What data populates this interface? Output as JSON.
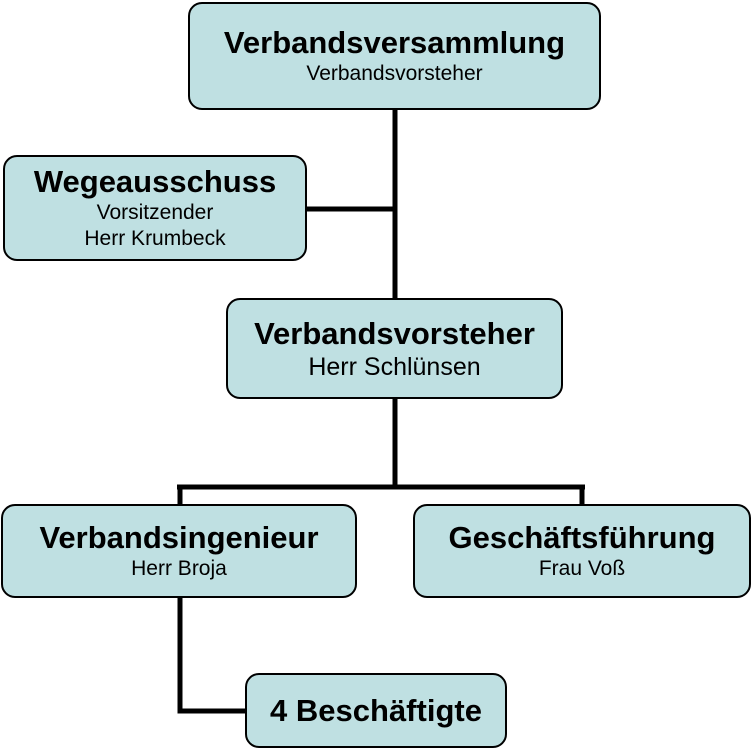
{
  "colors": {
    "box_fill": "#bfe0e2",
    "border": "#000000",
    "connector": "#000000"
  },
  "nodes": {
    "assembly": {
      "title": "Verbandsversammlung",
      "lines": [
        "Verbandsvorsteher"
      ]
    },
    "committee": {
      "title": "Wegeausschuss",
      "lines": [
        "Vorsitzender",
        "Herr Krumbeck"
      ]
    },
    "chairman": {
      "title": "Verbandsvorsteher",
      "lines": [
        "Herr Schlünsen"
      ]
    },
    "engineer": {
      "title": "Verbandsingenieur",
      "lines": [
        "Herr Broja"
      ]
    },
    "management": {
      "title": "Geschäftsführung",
      "lines": [
        "Frau Voß"
      ]
    },
    "staff": {
      "title": "4 Beschäftigte",
      "lines": []
    }
  },
  "edges": [
    {
      "from": "assembly",
      "to": "chairman"
    },
    {
      "from": "committee",
      "to": "assembly-chairman-trunk"
    },
    {
      "from": "chairman",
      "to": "engineer"
    },
    {
      "from": "chairman",
      "to": "management"
    },
    {
      "from": "engineer",
      "to": "staff"
    }
  ]
}
